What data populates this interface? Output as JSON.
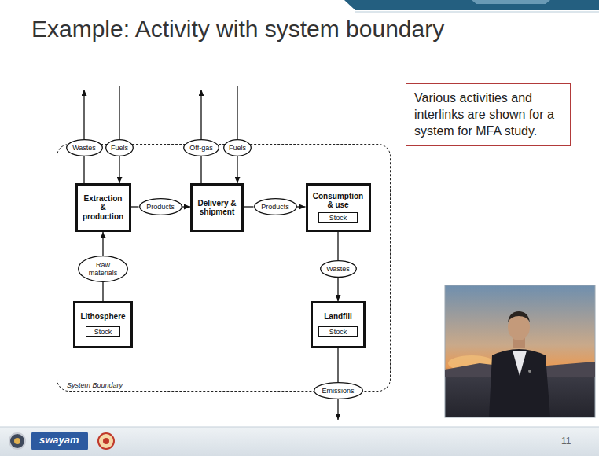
{
  "diagram": {
    "title": "Example: Activity with system boundary",
    "nodes": [
      {
        "text": [
          "System Boundary"
        ]
      },
      {
        "text": [
          "Wastes"
        ],
        "in": 0
      },
      {
        "text": [
          "Fuels"
        ],
        "in": 0
      },
      {
        "text": [
          "Off-gas"
        ],
        "in": 0
      },
      {
        "text": [
          "Fuels"
        ],
        "in": 0
      },
      {
        "text": [
          "Extraction & production"
        ],
        "in": 0
      },
      {
        "text": [
          "Products"
        ],
        "in": 0
      },
      {
        "text": [
          "Delivery & shipment"
        ],
        "in": 0
      },
      {
        "text": [
          "Products"
        ],
        "in": 0
      },
      {
        "text": [
          "Consumption & use"
        ],
        "in": 0
      },
      {
        "text": [
          "Stock"
        ],
        "in": 9
      },
      {
        "text": [
          "Raw materials"
        ],
        "in": 0
      },
      {
        "text": [
          "Wastes"
        ],
        "in": 0
      },
      {
        "text": [
          "Lithosphere"
        ],
        "in": 0
      },
      {
        "text": [
          "Stock"
        ],
        "in": 13
      },
      {
        "text": [
          "Landfill"
        ],
        "in": 0
      },
      {
        "text": [
          "Stock"
        ],
        "in": 15
      },
      {
        "text": [
          "Emissions"
        ],
        "in": 0
      },
      {
        "text": [
          "Various activities and interlinks are shown for a system for MFA study."
        ]
      }
    ],
    "edges": [
      {
        "from": 5,
        "to": 1,
        "arrow": "none"
      },
      {
        "from": 2,
        "to": 5,
        "arrow": "to"
      },
      {
        "from": 7,
        "to": 3,
        "arrow": "none"
      },
      {
        "from": 4,
        "to": 7,
        "arrow": "to"
      },
      {
        "from": 5,
        "to": 6,
        "arrow": "none"
      },
      {
        "from": 6,
        "to": 7,
        "arrow": "to"
      },
      {
        "from": 7,
        "to": 8,
        "arrow": "none"
      },
      {
        "from": 8,
        "to": 9,
        "arrow": "to"
      },
      {
        "from": 13,
        "to": 11,
        "arrow": "none"
      },
      {
        "from": 11,
        "to": 5,
        "arrow": "to"
      },
      {
        "from": 9,
        "to": 12,
        "arrow": "none"
      },
      {
        "from": 12,
        "to": 15,
        "arrow": "to"
      },
      {
        "from": 15,
        "to": 17,
        "arrow": "none"
      }
    ],
    "labels": [
      "swayam",
      "11"
    ]
  }
}
